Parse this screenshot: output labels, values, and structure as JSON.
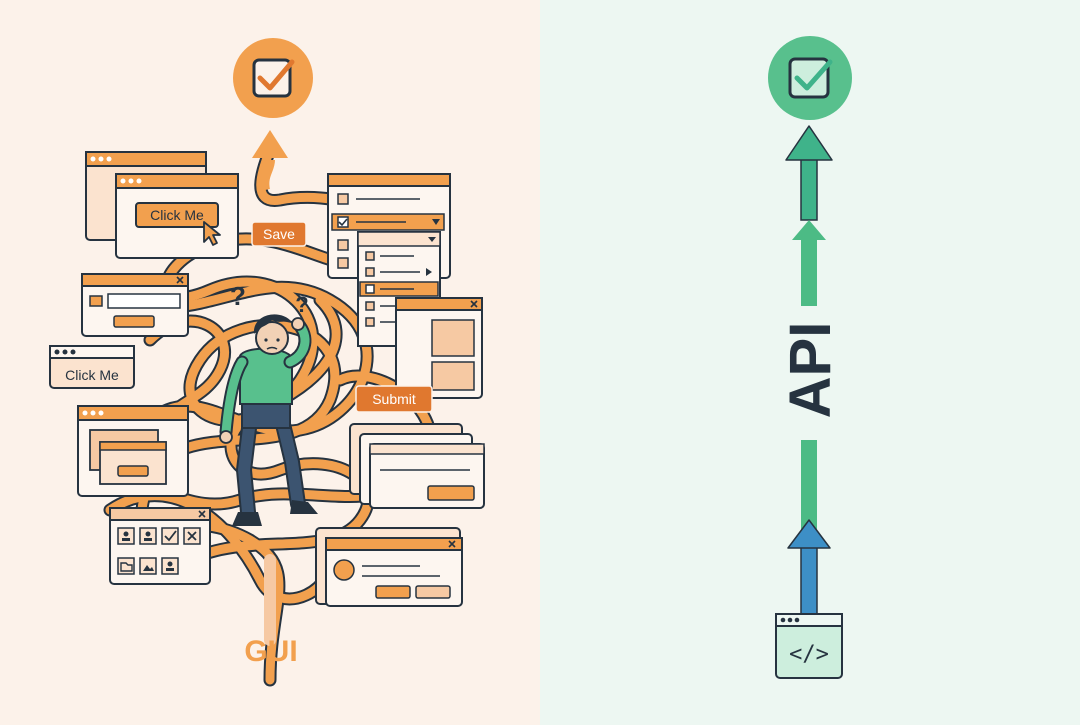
{
  "gui_panel": {
    "label": "GUI",
    "accent": "#f2a04e",
    "accent_dark": "#e0782f",
    "bg": "#fcf2ea",
    "buttons": {
      "click_me_primary": "Click Me",
      "click_me_secondary": "Click Me",
      "save": "Save",
      "submit": "Submit"
    },
    "question_marks": [
      "?",
      "?"
    ],
    "goal_icon": "checkbox-checked-icon"
  },
  "api_panel": {
    "label": "API",
    "bg": "#edf7f2",
    "accent_top": "#3fb38a",
    "accent_bottom": "#3d8fc6",
    "code_icon": "</>",
    "goal_icon": "checkbox-checked-icon"
  },
  "colors": {
    "ink": "#263340",
    "orange_fill": "#f6c9a3",
    "orange_light": "#fbe3cf",
    "green_goal": "#58c08d",
    "code_window_bg": "#cdeedd"
  }
}
